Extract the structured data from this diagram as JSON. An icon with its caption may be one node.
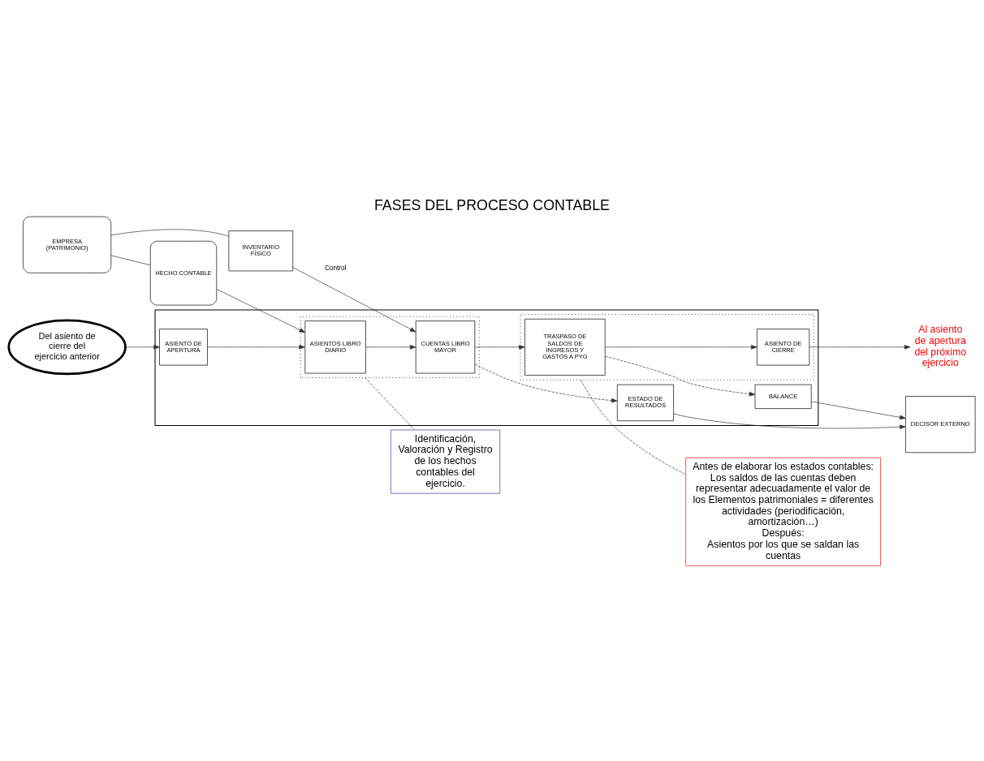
{
  "diagram": {
    "title": "FASES DEL PROCESO CONTABLE",
    "nodes": [
      {
        "text": [
          "EMPRESA (PATRIMONIO)"
        ]
      },
      {
        "text": [
          "INVENTARIO FÍSICO"
        ]
      },
      {
        "text": [
          "HECHO CONTABLE"
        ]
      },
      {
        "text": [],
        "shape": "box"
      },
      {
        "text": [],
        "shape": "box",
        "in": 3
      },
      {
        "text": [
          "ASIENTOS LIBRO DIARIO"
        ],
        "in": 4
      },
      {
        "text": [
          "CUENTAS LIBRO MAYOR"
        ],
        "in": 4
      },
      {
        "text": [
          "ASIENTO DE APERTURA"
        ],
        "in": 3
      },
      {
        "text": [
          "ESTADO DE RESULTADOS"
        ],
        "in": 3
      },
      {
        "text": [],
        "shape": "box",
        "in": 3
      },
      {
        "text": [
          "TRASPASO DE SALDOS DE INGRESOS Y GASTOS A PYG"
        ],
        "in": 9
      },
      {
        "text": [
          "BALANCE"
        ],
        "in": 3
      },
      {
        "text": [
          "ASIENTO DE CIERRE"
        ],
        "in": 9
      },
      {
        "text": [
          "DECISOR EXTERNO"
        ]
      },
      {
        "text": [
          "Del asiento de cierre del ejercicio anterior"
        ]
      },
      {
        "text": [
          "Al asiento de apertura del próximo ejercicio"
        ]
      },
      {
        "text": [
          "Identificación, Valoración y Registro de los hechos contables del ejercicio."
        ]
      },
      {
        "text": [
          "Antes de elaborar los estados contables:",
          "Los saldos de las cuentas deben representar adecuadamente el valor de los Elementos patrimoniales = diferentes actividades (periodificación, amortización…)",
          "Después:",
          "Asientos por los que se saldan las cuentas"
        ]
      }
    ],
    "edges": [
      {
        "from": 0,
        "to": 1,
        "arrow": "none"
      },
      {
        "from": 0,
        "to": 2,
        "arrow": "none"
      },
      {
        "from": 1,
        "to": 6,
        "arrow": "to",
        "label": "Control"
      },
      {
        "from": 2,
        "to": 5,
        "arrow": "to"
      },
      {
        "from": 5,
        "to": 6,
        "arrow": "to"
      },
      {
        "from": 6,
        "to": 8,
        "arrow": "to",
        "style": "dashed"
      },
      {
        "from": 6,
        "to": 10,
        "arrow": "to"
      },
      {
        "from": 7,
        "to": 5,
        "arrow": "to"
      },
      {
        "from": 8,
        "to": 13,
        "arrow": "to"
      },
      {
        "from": 11,
        "to": 13,
        "arrow": "to"
      },
      {
        "from": 10,
        "to": 11,
        "arrow": "to",
        "style": "dashed"
      },
      {
        "from": 10,
        "to": 12,
        "arrow": "to"
      },
      {
        "from": 12,
        "to": 15,
        "arrow": "to"
      },
      {
        "from": 14,
        "to": 7,
        "arrow": "to"
      },
      {
        "from": 4,
        "to": 16,
        "arrow": "none",
        "style": "dashed"
      },
      {
        "from": 9,
        "to": 17,
        "arrow": "none",
        "style": "dashed"
      }
    ]
  }
}
